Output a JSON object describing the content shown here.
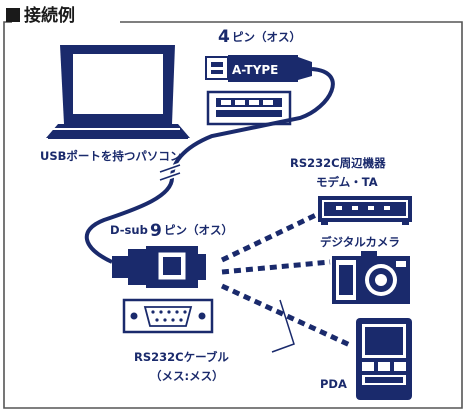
{
  "title": "接続例",
  "usb_connector": {
    "pin_number": "4",
    "pin_suffix": "ピン（オス）",
    "type_label": "A-TYPE"
  },
  "laptop_label": "USBポートを持つパソコン",
  "dsub_connector": {
    "prefix": "D-sub",
    "pin_number": "9",
    "pin_suffix": "ピン（オス）"
  },
  "devices_heading": "RS232C周辺機器",
  "devices": [
    {
      "label": "モデム・TA",
      "icon": "modem-icon"
    },
    {
      "label": "デジタルカメラ",
      "icon": "camera-icon"
    },
    {
      "label": "PDA",
      "icon": "pda-icon"
    }
  ],
  "cable_label": {
    "line1": "RS232Cケーブル",
    "line2": "（メス:メス）"
  },
  "colors": {
    "navy": "#1a2a6c",
    "frame": "#555555",
    "background": "#ffffff"
  }
}
